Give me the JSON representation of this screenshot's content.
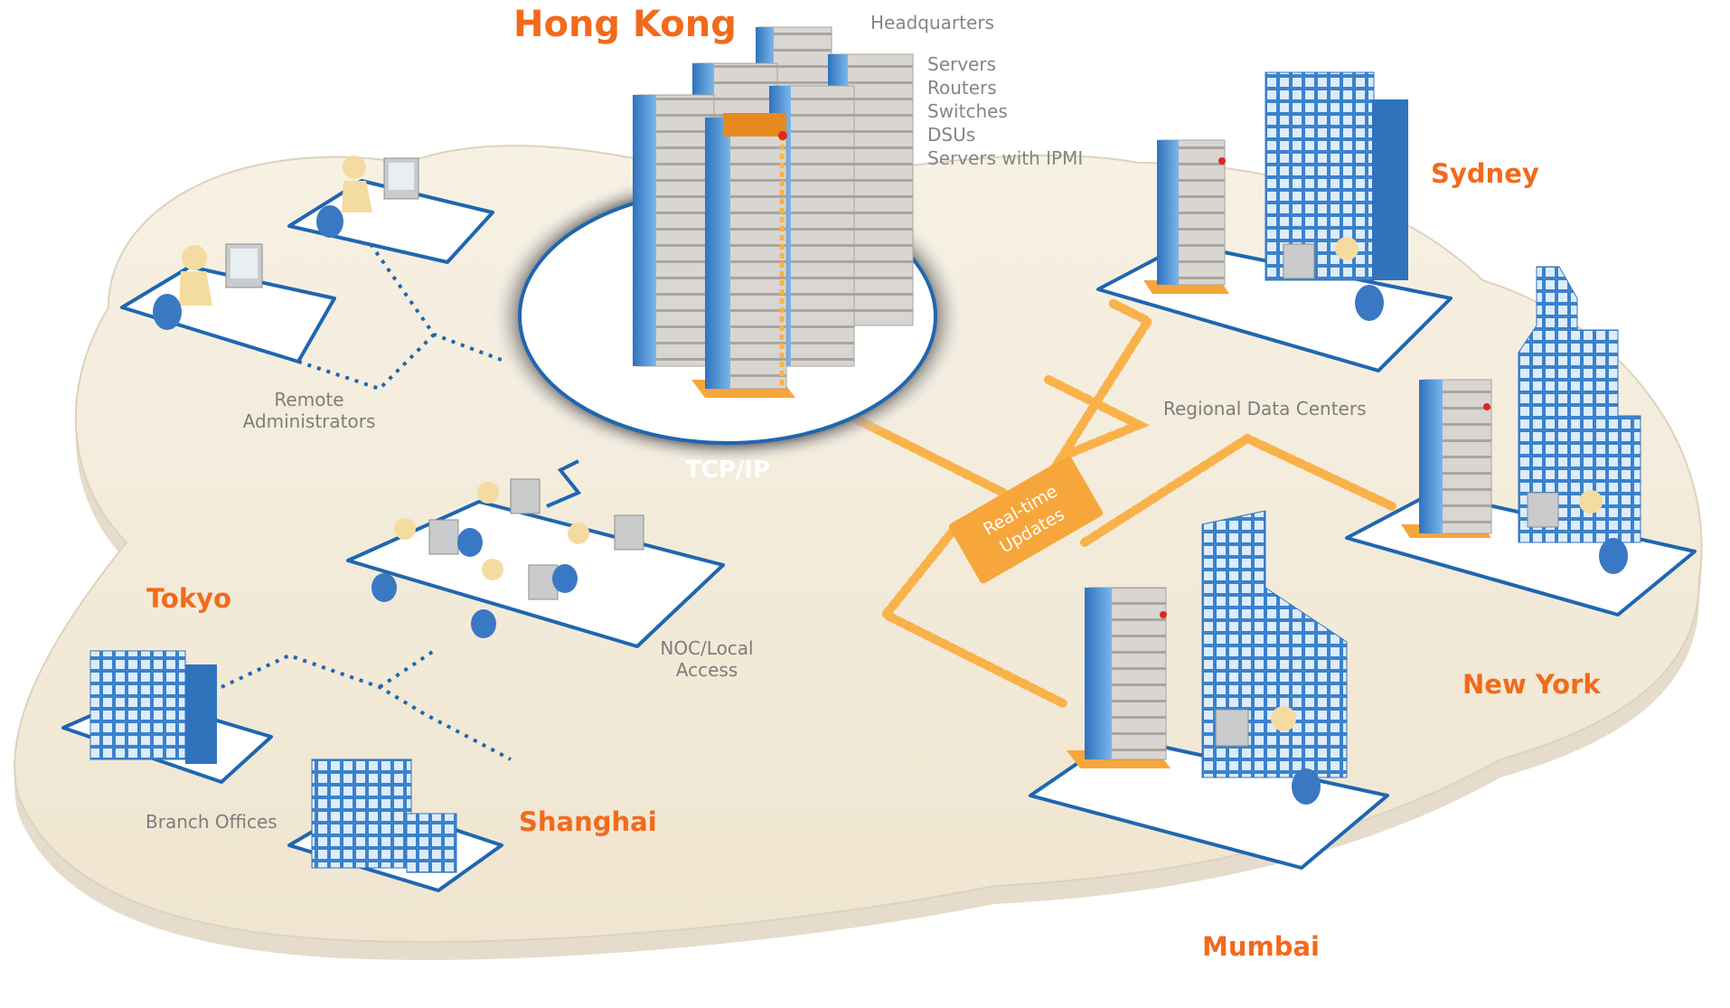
{
  "locations": {
    "hong_kong": "Hong Kong",
    "sydney": "Sydney",
    "new_york": "New York",
    "mumbai": "Mumbai",
    "tokyo": "Tokyo",
    "shanghai": "Shanghai"
  },
  "headquarters": {
    "title": "Headquarters",
    "items": [
      "Servers",
      "Routers",
      "Switches",
      "DSUs",
      "Servers with IPMI"
    ]
  },
  "captions": {
    "remote_admins_line1": "Remote",
    "remote_admins_line2": "Administrators",
    "tcpip": "TCP/IP",
    "noc_line1": "NOC/Local",
    "noc_line2": "Access",
    "branch_offices": "Branch Offices",
    "regional_data_centers": "Regional Data Centers",
    "realtime_line1": "Real-time",
    "realtime_line2": "Updates"
  },
  "colors": {
    "accent": "#f26a1b",
    "link_blue": "#1f66b0",
    "data_flow": "#f9b24a",
    "cloud": "#f3ead8",
    "server_blue": "#3f86cc"
  }
}
